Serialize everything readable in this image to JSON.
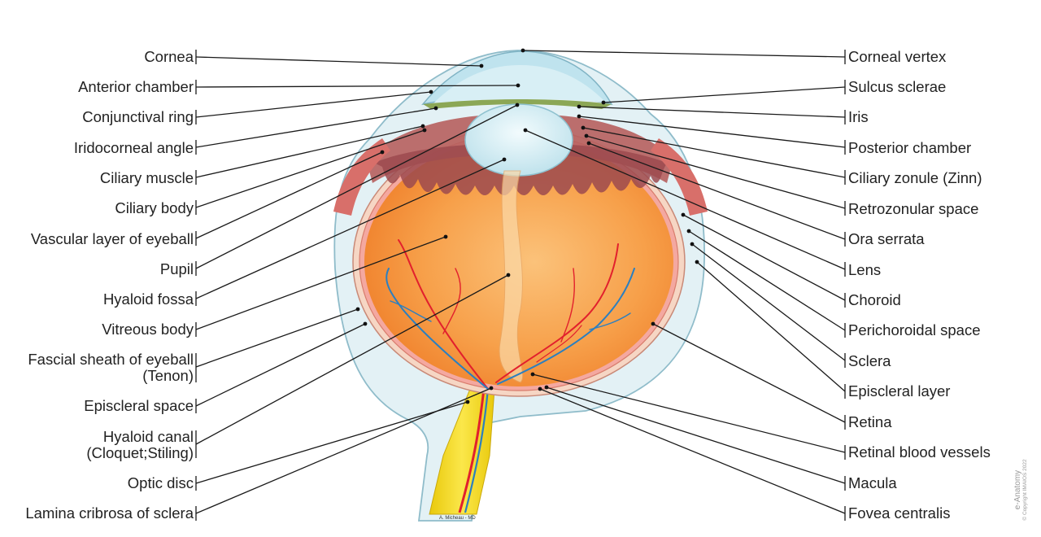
{
  "labels_left": [
    {
      "id": "cornea",
      "text": "Cornea"
    },
    {
      "id": "anterior-chamber",
      "text": "Anterior chamber"
    },
    {
      "id": "conjunctival-ring",
      "text": "Conjunctival ring"
    },
    {
      "id": "iridocorneal-angle",
      "text": "Iridocorneal angle"
    },
    {
      "id": "ciliary-muscle",
      "text": "Ciliary muscle"
    },
    {
      "id": "ciliary-body",
      "text": "Ciliary body"
    },
    {
      "id": "vascular-layer",
      "text": "Vascular layer of eyeball"
    },
    {
      "id": "pupil",
      "text": "Pupil"
    },
    {
      "id": "hyaloid-fossa",
      "text": "Hyaloid fossa"
    },
    {
      "id": "vitreous-body",
      "text": "Vitreous body"
    },
    {
      "id": "fascial-sheath",
      "text": "Fascial sheath of eyeball",
      "text2": "(Tenon)"
    },
    {
      "id": "episcleral-space",
      "text": "Episcleral space"
    },
    {
      "id": "hyaloid-canal",
      "text": "Hyaloid canal",
      "text2": "(Cloquet;Stiling)"
    },
    {
      "id": "optic-disc",
      "text": "Optic disc"
    },
    {
      "id": "lamina-cribrosa",
      "text": "Lamina cribrosa of sclera"
    }
  ],
  "labels_right": [
    {
      "id": "corneal-vertex",
      "text": "Corneal vertex"
    },
    {
      "id": "sulcus-sclerae",
      "text": "Sulcus sclerae"
    },
    {
      "id": "iris",
      "text": "Iris"
    },
    {
      "id": "posterior-chamber",
      "text": "Posterior chamber"
    },
    {
      "id": "ciliary-zonule",
      "text": "Ciliary zonule (Zinn)"
    },
    {
      "id": "retrozonular-space",
      "text": "Retrozonular space"
    },
    {
      "id": "ora-serrata",
      "text": "Ora serrata"
    },
    {
      "id": "lens",
      "text": "Lens"
    },
    {
      "id": "choroid",
      "text": "Choroid"
    },
    {
      "id": "perichoroidal-space",
      "text": "Perichoroidal space"
    },
    {
      "id": "sclera",
      "text": "Sclera"
    },
    {
      "id": "episcleral-layer",
      "text": "Episcleral layer"
    },
    {
      "id": "retina",
      "text": "Retina"
    },
    {
      "id": "retinal-blood-vessels",
      "text": "Retinal blood vessels"
    },
    {
      "id": "macula",
      "text": "Macula"
    },
    {
      "id": "fovea-centralis",
      "text": "Fovea centralis"
    }
  ],
  "credit": {
    "brand": "e-Anatomy",
    "copyright": "© Copyright IMAIOS 2022",
    "artist": "A. Micheau - MD"
  },
  "colors": {
    "vitreous": "#f7a14a",
    "sclera_outline": "#7fb3c4",
    "cornea": "#cfe9f1",
    "ciliary": "#b5605e",
    "optic_nerve": "#f2d616",
    "artery": "#e2202d",
    "vein": "#2b7fc0"
  }
}
